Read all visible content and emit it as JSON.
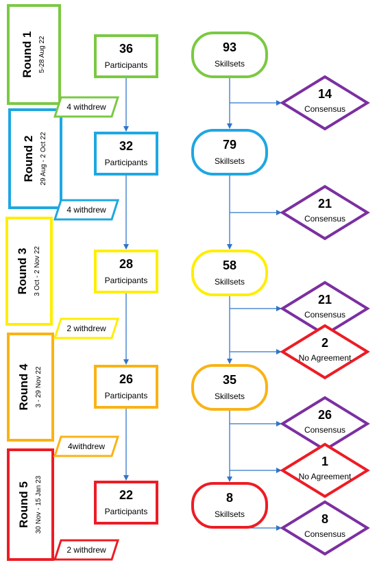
{
  "colors": {
    "round1": "#7ac943",
    "round2": "#1ea7e1",
    "round3": "#ffee00",
    "round4": "#f9b315",
    "round5": "#ed1c24",
    "consensus": "#7b2fa1",
    "no_agreement": "#ed1c24",
    "arrow": "#2e75c9",
    "text": "#000000"
  },
  "rounds": [
    {
      "title": "Round 1",
      "dates": "5-28 Aug 22",
      "participants": "36",
      "participants_label": "Participants",
      "skillsets": "93",
      "skillsets_label": "Skillsets",
      "withdrew": "4 withdrew"
    },
    {
      "title": "Round 2",
      "dates": "29 Aug - 2 Oct 22",
      "participants": "32",
      "participants_label": "Participants",
      "skillsets": "79",
      "skillsets_label": "Skillsets",
      "withdrew": "4 withdrew"
    },
    {
      "title": "Round 3",
      "dates": "3 Oct - 2 Nov 22",
      "participants": "28",
      "participants_label": "Participants",
      "skillsets": "58",
      "skillsets_label": "Skillsets",
      "withdrew": "2 withdrew"
    },
    {
      "title": "Round 4",
      "dates": "3 - 29 Nov 22",
      "participants": "26",
      "participants_label": "Participants",
      "skillsets": "35",
      "skillsets_label": "Skillsets",
      "withdrew": "4withdrew"
    },
    {
      "title": "Round 5",
      "dates": "30 Nov - 15 Jan 23",
      "participants": "22",
      "participants_label": "Participants",
      "skillsets": "8",
      "skillsets_label": "Skillsets",
      "withdrew": "2 withdrew"
    }
  ],
  "outcomes": [
    {
      "value": "14",
      "label": "Consensus",
      "kind": "consensus"
    },
    {
      "value": "21",
      "label": "Consensus",
      "kind": "consensus"
    },
    {
      "value": "21",
      "label": "Consensus",
      "kind": "consensus"
    },
    {
      "value": "2",
      "label": "No Agreement",
      "kind": "no_agreement"
    },
    {
      "value": "26",
      "label": "Consensus",
      "kind": "consensus"
    },
    {
      "value": "1",
      "label": "No Agreement",
      "kind": "no_agreement"
    },
    {
      "value": "8",
      "label": "Consensus",
      "kind": "consensus"
    }
  ]
}
